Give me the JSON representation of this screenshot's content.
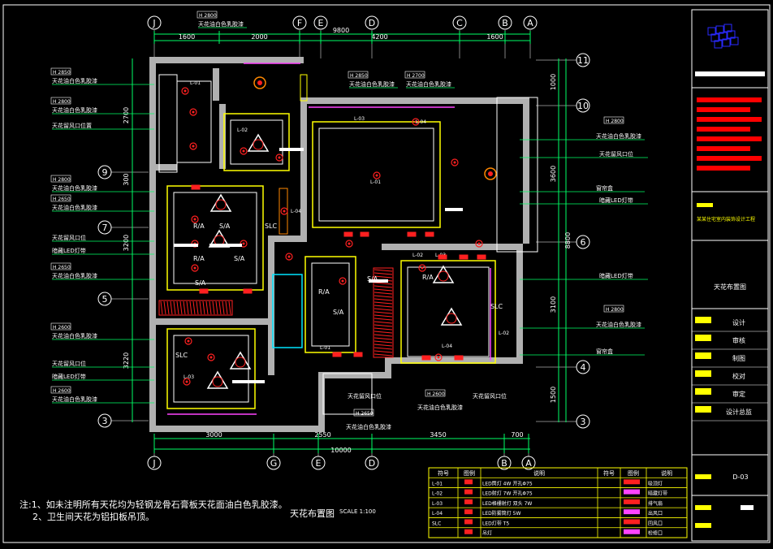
{
  "colors": {
    "background": "#000000",
    "wall": "#b0b0b0",
    "dim": "#00ff66",
    "leader": "#00ff66",
    "annotation": "#ffffff",
    "ceiling_yellow": "#ffff00",
    "lamp_red": "#ff2020",
    "magenta": "#ff44ff",
    "cyan": "#00e5ff",
    "logo_blue": "#2a2aff",
    "title_block_red": "#ff0000"
  },
  "axes": {
    "top": [
      "J",
      "F",
      "E",
      "D",
      "C",
      "B",
      "A"
    ],
    "bottom": [
      "J",
      "G",
      "E",
      "D",
      "B",
      "A"
    ],
    "right": [
      "11",
      "10",
      "6",
      "4",
      "3"
    ],
    "left": [
      "9",
      "7",
      "5",
      "3"
    ]
  },
  "dimensions": {
    "top_total": "9800",
    "top_segments": [
      "1600",
      "2000",
      "4200",
      "1600"
    ],
    "bottom_total": "10000",
    "bottom_segments": [
      "3000",
      "2550",
      "3450",
      "700"
    ],
    "left_segments": [
      "2700",
      "300",
      "3200",
      "3220"
    ],
    "right_segments": [
      "1000",
      "3600",
      "8800",
      "3100",
      "1500"
    ]
  },
  "callouts": {
    "left": [
      {
        "tag": "H 2850",
        "text": "天花油白色乳胶漆"
      },
      {
        "tag": "H 2800",
        "text": "天花油白色乳胶漆"
      },
      {
        "tag": "",
        "text": "天花留风口位置"
      },
      {
        "tag": "H 2800",
        "text": "天花油白色乳胶漆"
      },
      {
        "tag": "H 2650",
        "text": "天花油白色乳胶漆"
      },
      {
        "tag": "",
        "text": "天花留风口位"
      },
      {
        "tag": "",
        "text": "暗藏LED灯带"
      },
      {
        "tag": "H 2650",
        "text": "天花油白色乳胶漆"
      },
      {
        "tag": "H 2600",
        "text": "天花油白色乳胶漆"
      },
      {
        "tag": "",
        "text": "天花留风口位"
      },
      {
        "tag": "",
        "text": "暗藏LED灯带"
      },
      {
        "tag": "H 2600",
        "text": "天花油白色乳胶漆"
      }
    ],
    "top": [
      {
        "tag": "H 2800",
        "text": "天花油白色乳胶漆"
      },
      {
        "tag": "H 2850",
        "text": "天花油白色乳胶漆"
      },
      {
        "tag": "H 2700",
        "text": "天花油白色乳胶漆"
      }
    ],
    "right": [
      {
        "tag": "H 2800",
        "text": "天花油白色乳胶漆"
      },
      {
        "tag": "",
        "text": "天花留风口位"
      },
      {
        "tag": "",
        "text": "窗帘盒"
      },
      {
        "tag": "",
        "text": "暗藏LED灯带"
      },
      {
        "tag": "",
        "text": "暗藏LED灯带"
      },
      {
        "tag": "H 2800",
        "text": "天花油白色乳胶漆"
      },
      {
        "tag": "",
        "text": "窗帘盒"
      }
    ],
    "bottom": [
      {
        "tag": "",
        "text": "天花留风口位"
      },
      {
        "tag": "H 2650",
        "text": "天花油白色乳胶漆"
      },
      {
        "tag": "H 2600",
        "text": "天花油白色乳胶漆"
      },
      {
        "tag": "",
        "text": "天花留风口位"
      }
    ]
  },
  "room_labels": [
    "R/A",
    "S/A",
    "R/A",
    "S/A",
    "R/A",
    "S/A",
    "S/A",
    "R/A",
    "S/A",
    "SLC",
    "SLC",
    "SLC"
  ],
  "lamp_labels": [
    "L-01",
    "L-02",
    "L-03",
    "L-04"
  ],
  "notes": {
    "line1": "注:1、如未注明所有天花均为轻钢龙骨石膏板天花面油白色乳胶漆。",
    "line2": "2、卫生间天花为铝扣板吊顶。"
  },
  "drawing_title": "天花布置图",
  "drawing_scale": "SCALE 1:100",
  "legend": {
    "headers": [
      "符号",
      "图例",
      "说明",
      "符号",
      "图例",
      "说明"
    ],
    "rows": [
      {
        "code": "L-01",
        "desc": "LED筒灯 4W 开孔Φ75",
        "code2": "",
        "desc2": "吸顶灯"
      },
      {
        "code": "L-02",
        "desc": "LED射灯 7W 开孔Φ75",
        "code2": "",
        "desc2": "暗藏灯带"
      },
      {
        "code": "L-03",
        "desc": "LED格栅射灯 双头 7W",
        "code2": "",
        "desc2": "排气扇"
      },
      {
        "code": "L-04",
        "desc": "LED防雾筒灯 5W",
        "code2": "",
        "desc2": "出风口"
      },
      {
        "code": "SLC",
        "desc": "LED灯带 T5",
        "code2": "",
        "desc2": "回风口"
      },
      {
        "code": "",
        "desc": "吊灯",
        "code2": "",
        "desc2": "检修口"
      }
    ]
  },
  "title_block": {
    "project_text": "某某住宅室内装饰设计工程",
    "sheet_name": "天花布置图",
    "roles": [
      "设计",
      "审核",
      "制图",
      "校对",
      "审定",
      "设计总监"
    ],
    "sheet_number": "D-03"
  }
}
